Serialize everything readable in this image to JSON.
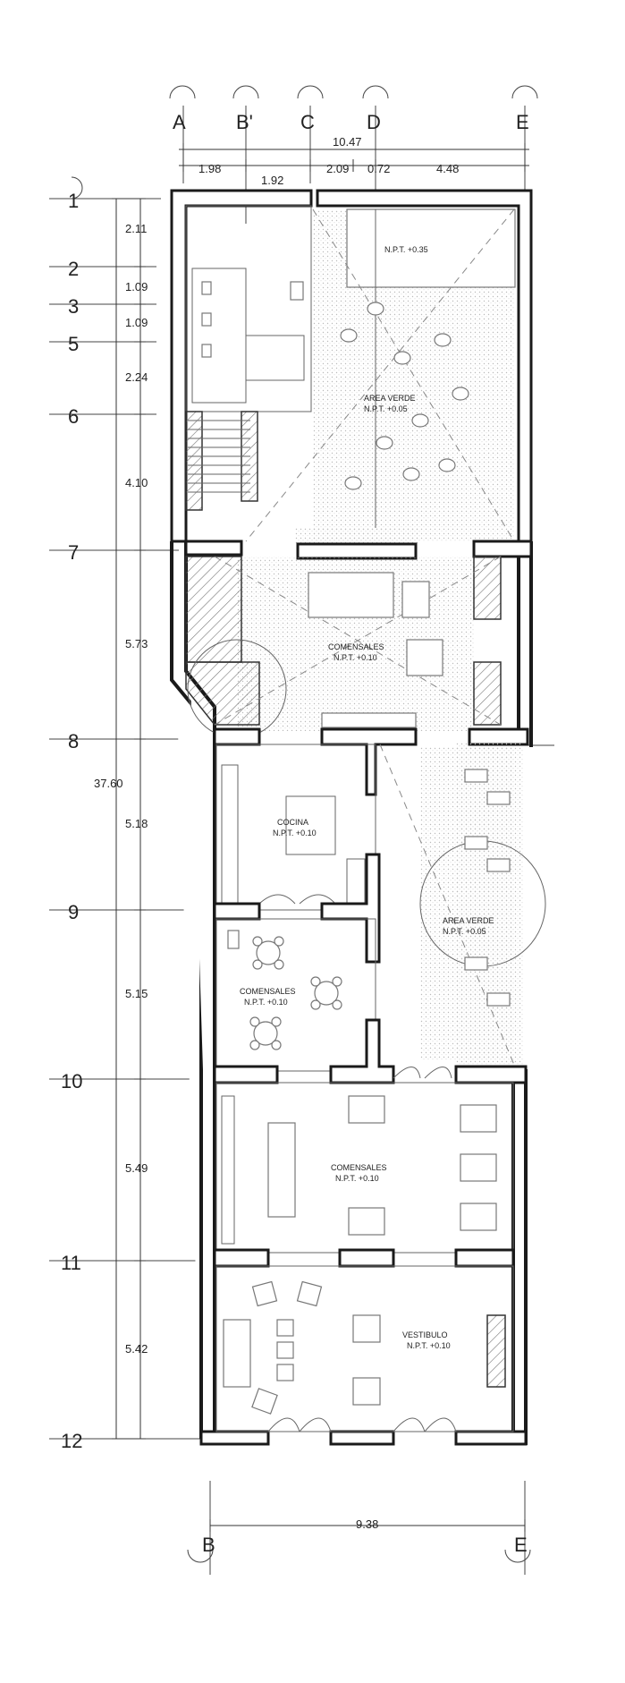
{
  "axes_columns_top": [
    "A",
    "B'",
    "C",
    "D",
    "E"
  ],
  "axes_columns_bottom": [
    "B",
    "E"
  ],
  "axes_rows": [
    "1",
    "2",
    "3",
    "5",
    "6",
    "7",
    "8",
    "9",
    "10",
    "11",
    "12"
  ],
  "dims_top": {
    "total": "10.47",
    "segments": [
      "1.98",
      "1.92",
      "2.09",
      "0.72",
      "4.48"
    ]
  },
  "dims_left": {
    "total": "37.60",
    "segments": [
      "2.11",
      "1.09",
      "1.09",
      "2.24",
      "4.10",
      "5.73",
      "5.18",
      "5.15",
      "5.49",
      "5.42"
    ]
  },
  "dims_bottom": {
    "total": "9.38"
  },
  "rooms": {
    "npt_top": "N.P.T. +0.35",
    "area_verde_1_name": "AREA VERDE",
    "area_verde_1_npt": "N.P.T. +0.05",
    "comensales_1_name": "COMENSALES",
    "comensales_1_npt": "N.P.T. +0.10",
    "cocina_name": "COCINA",
    "cocina_npt": "N.P.T. +0.10",
    "area_verde_2_name": "AREA VERDE",
    "area_verde_2_npt": "N.P.T. +0.05",
    "comensales_2_name": "COMENSALES",
    "comensales_2_npt": "N.P.T. +0.10",
    "comensales_3_name": "COMENSALES",
    "comensales_3_npt": "N.P.T. +0.10",
    "vestibulo_name": "VESTIBULO",
    "vestibulo_npt": "N.P.T. +0.10"
  }
}
